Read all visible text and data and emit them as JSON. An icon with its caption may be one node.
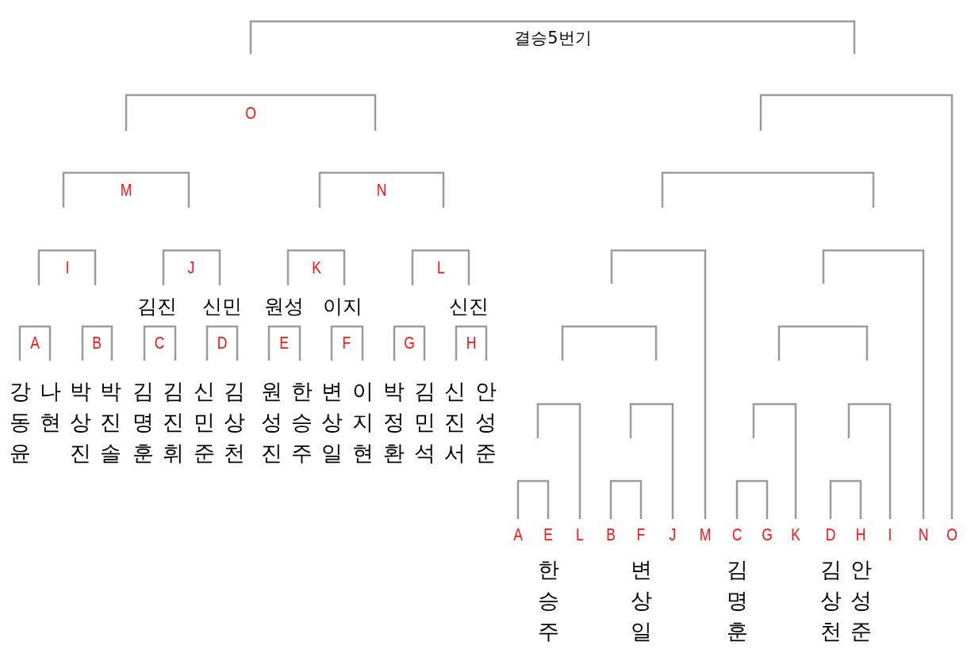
{
  "diagram": {
    "labels": [
      "결승5번기",
      "O",
      "M",
      "N",
      "I",
      "J",
      "K",
      "L",
      "김진",
      "신민",
      "원성",
      "이지",
      "신진",
      "A",
      "B",
      "C",
      "D",
      "E",
      "F",
      "G",
      "H",
      "강동윤",
      "나현",
      "박상진",
      "박진솔",
      "김명훈",
      "김진휘",
      "신민준",
      "김상천",
      "원성진",
      "한승주",
      "변상일",
      "이지현",
      "박정환",
      "김민석",
      "신진서",
      "안성준",
      "A",
      "E",
      "L",
      "B",
      "F",
      "J",
      "M",
      "C",
      "G",
      "K",
      "D",
      "H",
      "I",
      "N",
      "O",
      "한승주",
      "변상일",
      "김명훈",
      "김상천",
      "안성준"
    ]
  }
}
